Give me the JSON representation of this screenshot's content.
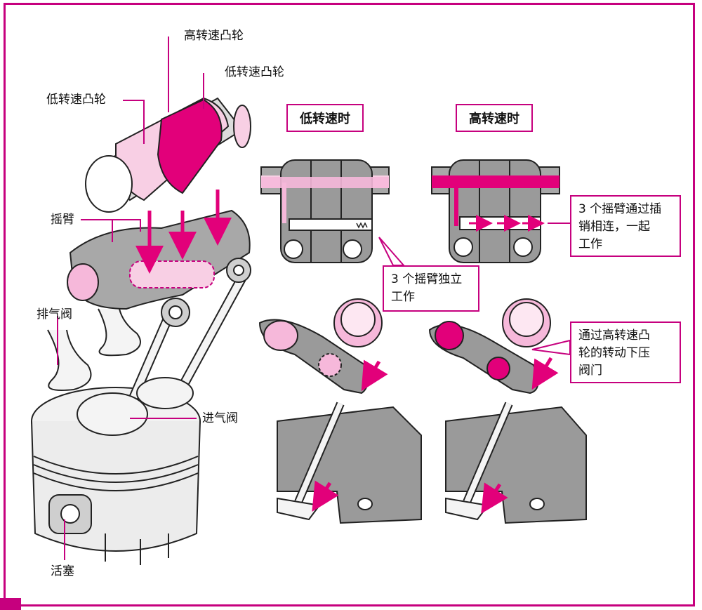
{
  "left_labels": {
    "high_speed_cam": "高转速凸轮",
    "low_speed_cam_right": "低转速凸轮",
    "low_speed_cam_left": "低转速凸轮",
    "rocker_arm": "摇臂",
    "exhaust_valve": "排气阀",
    "intake_valve": "进气阀",
    "piston": "活塞"
  },
  "panels": {
    "low_speed_header": "低转速时",
    "high_speed_header": "高转速时"
  },
  "notes": {
    "independent": "3 个摇臂独立\n工作",
    "pinned": "3 个摇臂通过插\n销相连，一起\n工作",
    "press_valve": "通过高转速凸\n轮的转动下压\n阀门"
  },
  "colors": {
    "accent": "#c6007e",
    "pink": "#f3a9d2",
    "light_pink": "#f8cfe4",
    "magenta": "#e2007a",
    "gray": "#9a9a9a",
    "dark_gray": "#7d7d7d"
  }
}
